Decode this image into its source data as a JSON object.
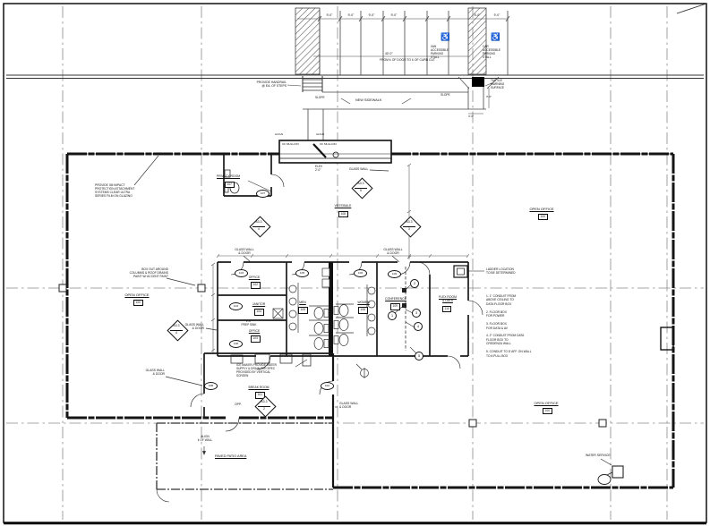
{
  "parking": {
    "dims": [
      "9'-0\"",
      "9'-0\"",
      "9'-0\"",
      "9'-0\"",
      "8'-0\"",
      "9'-0\""
    ],
    "van_label": "VAN\nACCESSIBLE\nPARKING\nSTALL",
    "car_label": "CAR\nACCESSIBLE\nPARKING\nSTALL",
    "accessible_symbol": "♿",
    "from_door": "FROM ¢ OF DOOR TO ¢ OF CURB CUT",
    "from_door_dim": "40'-0\""
  },
  "site": {
    "handrail": "PROVIDE HANDRAIL\n@ EA. OF STEPS",
    "tactile": "TACTILE\nWARNING\nSURFACE",
    "new_sidewalk": "NEW SIDEWALK",
    "slope": "SLOPE",
    "walk_dim_side": "3'-0\"",
    "walk_dim_bottom": "3'-0\"",
    "align": "ALIGN",
    "cf_mullion": "CF MULLION",
    "paved_patio": "PAVED PATIO AREA",
    "align_wall": "ALIGN\n¢ OF WALL",
    "water_service": "WATER SERVICE"
  },
  "entry": {
    "elev": "ELEV\n2'-0\"",
    "glass_wall": "GLASS WALL"
  },
  "rooms": {
    "open_office": {
      "name": "OPEN OFFICE",
      "num": "100"
    },
    "break_room": {
      "name": "BREAK ROOM",
      "num": "101"
    },
    "office_a": {
      "name": "OFFICE",
      "num": "102"
    },
    "office_b": {
      "name": "OFFICE",
      "num": "103"
    },
    "janitor": {
      "name": "JANITOR",
      "num": "104"
    },
    "men": {
      "name": "MEN",
      "num": "105"
    },
    "women": {
      "name": "WOMEN",
      "num": "106"
    },
    "privacy": {
      "name": "PRIVACY ROOM",
      "num": "107"
    },
    "vestibule": {
      "name": "VESTIBULE",
      "num": "108"
    },
    "conference": {
      "name": "CONFERENCE",
      "num": "109"
    },
    "flex": {
      "name": "FLEX ROOM\n& DATA",
      "num": "110"
    }
  },
  "notes": {
    "glass_wall_door": "GLASS WALL\n& DOOR",
    "impact_film": "PROVIDE 3M IMPACT\nPROTECTION ATTACHMENT\nSYSTEMS CLEAR ULTRA\nSERIES FILM ON GLAZING",
    "box_out": "BOX OUT AROUND\nCOLUMNS & ROOF DRAINS\nPAINT W/ ACCENT PAINT",
    "ladder": "LADDER LOCATION\nTO BE DETERMINED",
    "conduit_list": "1. 1\" CONDUIT FROM\nABOVE CEILING TO\nDATA FLOOR BOX\n\n2. FLOOR BOX\nFOR POWER\n\n3. FLOOR BOX\nFOR DATA & AV\n\n4. 2\" CONDUIT FROM DATA\nFLOOR BOX TO\nCREDENZA WALL\n\n5. CONDUIT TO 8' AFF. ON WALL\nTO A PULL BOX",
    "ice_maker": "ICE MAKER-PROVIDE WATER\nSUPPLY & DRAIN PER SPEC\nPROVIDED BY VERTICAL\nSCREEN",
    "prep_sink": "2'-0\"\nPREP SINK",
    "opp": "OPP."
  },
  "markers": {
    "detail_ref": "A3.3",
    "detail_nums": [
      "5",
      "4",
      "3",
      "4",
      "2"
    ]
  },
  "door_tags": [
    "103",
    "105",
    "106",
    "109",
    "104",
    "107",
    "10B",
    "10A",
    "108"
  ],
  "keynotes": [
    "1",
    "2",
    "3",
    "4",
    "5"
  ],
  "colors": {
    "line": "#141414",
    "grid": "#8a8a8a",
    "paper": "#ffffff"
  }
}
